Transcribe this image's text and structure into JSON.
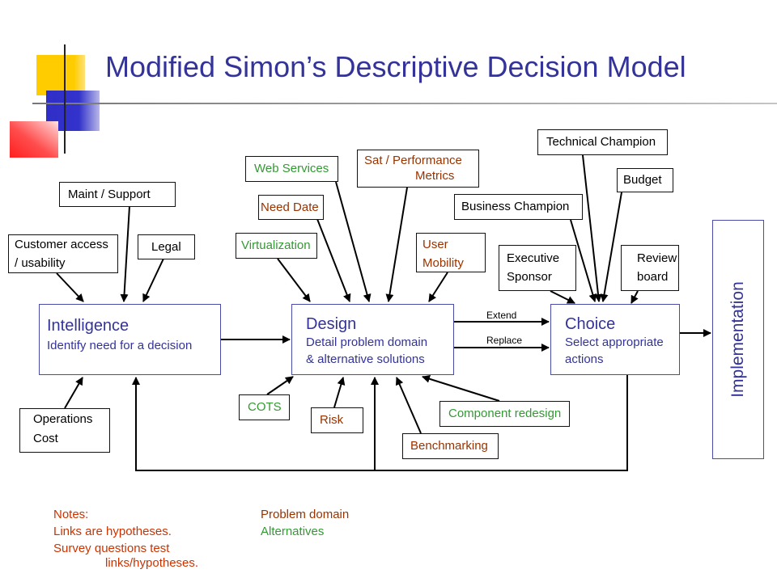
{
  "title": "Modified Simon’s Descriptive Decision Model",
  "colors": {
    "title": "#333399",
    "phase_text": "#333399",
    "problem_domain": "#993300",
    "alternatives": "#339933",
    "notes": "#cc3300",
    "decor_yellow": "#ffcc00",
    "decor_blue": "#3333cc",
    "decor_red": "#ff3333"
  },
  "phases": {
    "intelligence": {
      "name": "Intelligence",
      "description": [
        "Identify need for a decision"
      ]
    },
    "design": {
      "name": "Design",
      "description": [
        "Detail problem domain",
        "& alternative solutions"
      ]
    },
    "choice": {
      "name": "Choice",
      "description": [
        "Select appropriate",
        "actions"
      ]
    },
    "implementation": {
      "name": "Implementation"
    }
  },
  "intelligence_inputs": {
    "maint_support": [
      "Maint / Support"
    ],
    "customer_access": [
      "Customer access",
      "/ usability"
    ],
    "legal": [
      "Legal"
    ],
    "operations_cost": [
      "Operations",
      "Cost"
    ]
  },
  "design_inputs": {
    "web_services": [
      "Web Services"
    ],
    "sat_performance": [
      "Sat / Performance",
      "Metrics"
    ],
    "need_date": [
      "Need Date"
    ],
    "virtualization": [
      "Virtualization"
    ],
    "user_mobility": [
      "User",
      "Mobility"
    ],
    "cots": [
      "COTS"
    ],
    "risk": [
      "Risk"
    ],
    "benchmarking": [
      "Benchmarking"
    ],
    "component_redesign": [
      "Component redesign"
    ]
  },
  "choice_inputs": {
    "technical_champion": [
      "Technical Champion"
    ],
    "budget": [
      "Budget"
    ],
    "business_champion": [
      "Business Champion"
    ],
    "executive_sponsor": [
      "Executive",
      "Sponsor"
    ],
    "review_board": [
      "Review",
      "board"
    ]
  },
  "transitions": {
    "extend": "Extend",
    "replace": "Replace"
  },
  "notes": {
    "heading": "Notes:",
    "lines": [
      "Links are hypotheses.",
      "Survey questions test",
      "links/hypotheses."
    ]
  },
  "legend": {
    "problem_domain": "Problem domain",
    "alternatives": "Alternatives"
  }
}
